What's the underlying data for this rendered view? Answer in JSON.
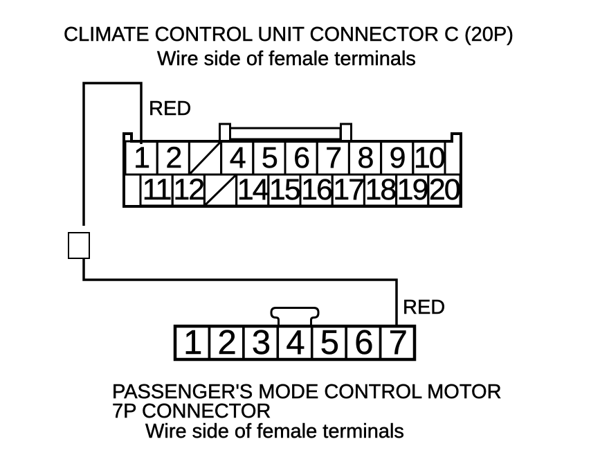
{
  "top_connector": {
    "title": "CLIMATE CONTROL UNIT CONNECTOR C (20P)",
    "subtitle": "Wire side of female terminals",
    "row1_pins": [
      "1",
      "2",
      null,
      "4",
      "5",
      "6",
      "7",
      "8",
      "9",
      "10"
    ],
    "row2_pins": [
      "11",
      "12",
      null,
      "14",
      "15",
      "16",
      "17",
      "18",
      "19",
      "20"
    ]
  },
  "bottom_connector": {
    "title_line1": "PASSENGER'S MODE CONTROL MOTOR",
    "title_line2": "7P CONNECTOR",
    "subtitle": "Wire side of female terminals",
    "pins": [
      "1",
      "2",
      "3",
      "4",
      "5",
      "6",
      "7"
    ]
  },
  "wire_labels": {
    "top": "RED",
    "bottom": "RED"
  },
  "colors": {
    "ink": "#000000",
    "paper": "#ffffff"
  }
}
